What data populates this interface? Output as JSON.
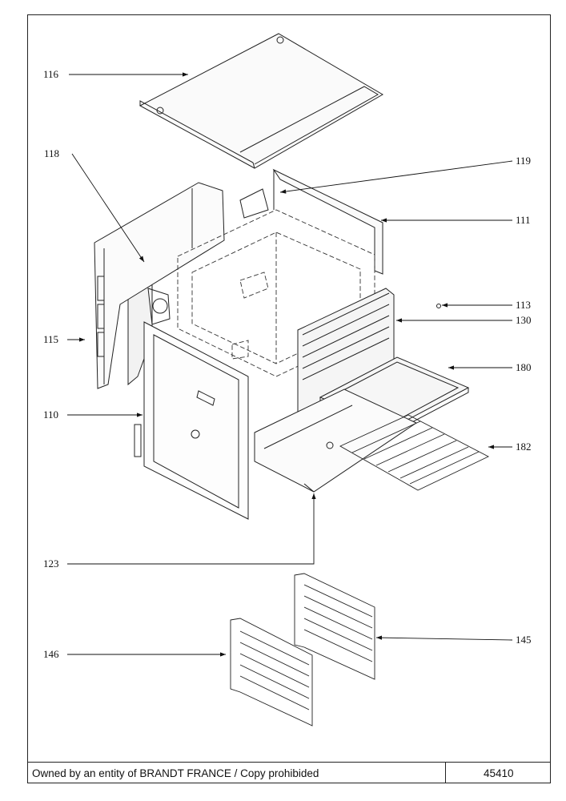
{
  "part_labels": {
    "p116": "116",
    "p118": "118",
    "p119": "119",
    "p111": "111",
    "p113": "113",
    "p130": "130",
    "p115": "115",
    "p180": "180",
    "p110": "110",
    "p182": "182",
    "p123": "123",
    "p145": "145",
    "p146": "146"
  },
  "footer": {
    "owner_text": "Owned by an entity of  BRANDT FRANCE / Copy prohibided",
    "reference": "45410"
  }
}
